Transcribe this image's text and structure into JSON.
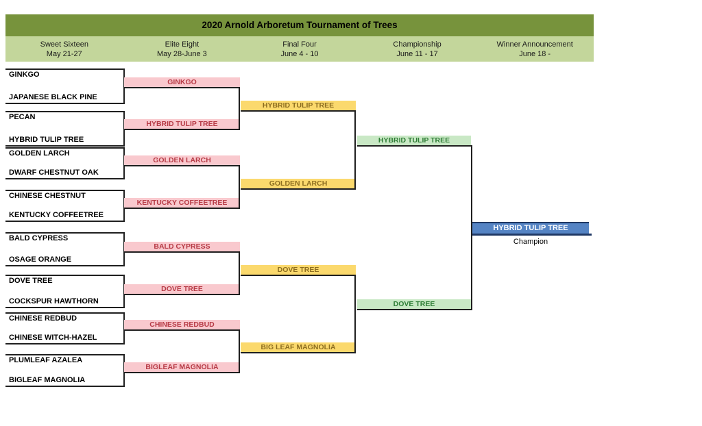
{
  "title": "2020 Arnold Arboretum Tournament of Trees",
  "columns": [
    {
      "name": "Sweet Sixteen",
      "dates": "May 21-27"
    },
    {
      "name": "Elite Eight",
      "dates": "May 28-June 3"
    },
    {
      "name": "Final Four",
      "dates": "June 4 - 10"
    },
    {
      "name": "Championship",
      "dates": "June 11 - 17"
    },
    {
      "name": "Winner Announcement",
      "dates": "June 18 -"
    }
  ],
  "sweet_sixteen": [
    {
      "team1": "GINKGO",
      "team2": "JAPANESE BLACK PINE"
    },
    {
      "team1": "PECAN",
      "team2": "HYBRID TULIP TREE"
    },
    {
      "team1": "GOLDEN LARCH",
      "team2": "DWARF CHESTNUT OAK"
    },
    {
      "team1": "CHINESE CHESTNUT",
      "team2": "KENTUCKY COFFEETREE"
    },
    {
      "team1": "BALD CYPRESS",
      "team2": "OSAGE ORANGE"
    },
    {
      "team1": "DOVE TREE",
      "team2": "COCKSPUR HAWTHORN"
    },
    {
      "team1": "CHINESE REDBUD",
      "team2": "CHINESE WITCH-HAZEL"
    },
    {
      "team1": "PLUMLEAF AZALEA",
      "team2": "BIGLEAF MAGNOLIA"
    }
  ],
  "elite_eight": [
    "GINKGO",
    "HYBRID TULIP TREE",
    "GOLDEN LARCH",
    "KENTUCKY COFFEETREE",
    "BALD CYPRESS",
    "DOVE TREE",
    "CHINESE REDBUD",
    "BIGLEAF MAGNOLIA"
  ],
  "final_four": [
    "HYBRID TULIP TREE",
    "GOLDEN LARCH",
    "DOVE TREE",
    "BIG LEAF MAGNOLIA"
  ],
  "championship": [
    "HYBRID TULIP TREE",
    "DOVE TREE"
  ],
  "winner": {
    "name": "HYBRID TULIP TREE",
    "caption": "Champion"
  },
  "colors": {
    "title_bar": "#77933C",
    "header_band": "#C3D69B",
    "elite_eight_bg": "#F9C9CE",
    "elite_eight_text": "#B73B46",
    "final_four_bg": "#FBD96D",
    "final_four_text": "#8C6D20",
    "championship_bg": "#C9E8C5",
    "championship_text": "#2E7D35",
    "winner_bg": "#5584C4",
    "winner_border": "#1F3864",
    "winner_text": "#FFFFFF",
    "bracket_line": "#1F1F1F"
  }
}
